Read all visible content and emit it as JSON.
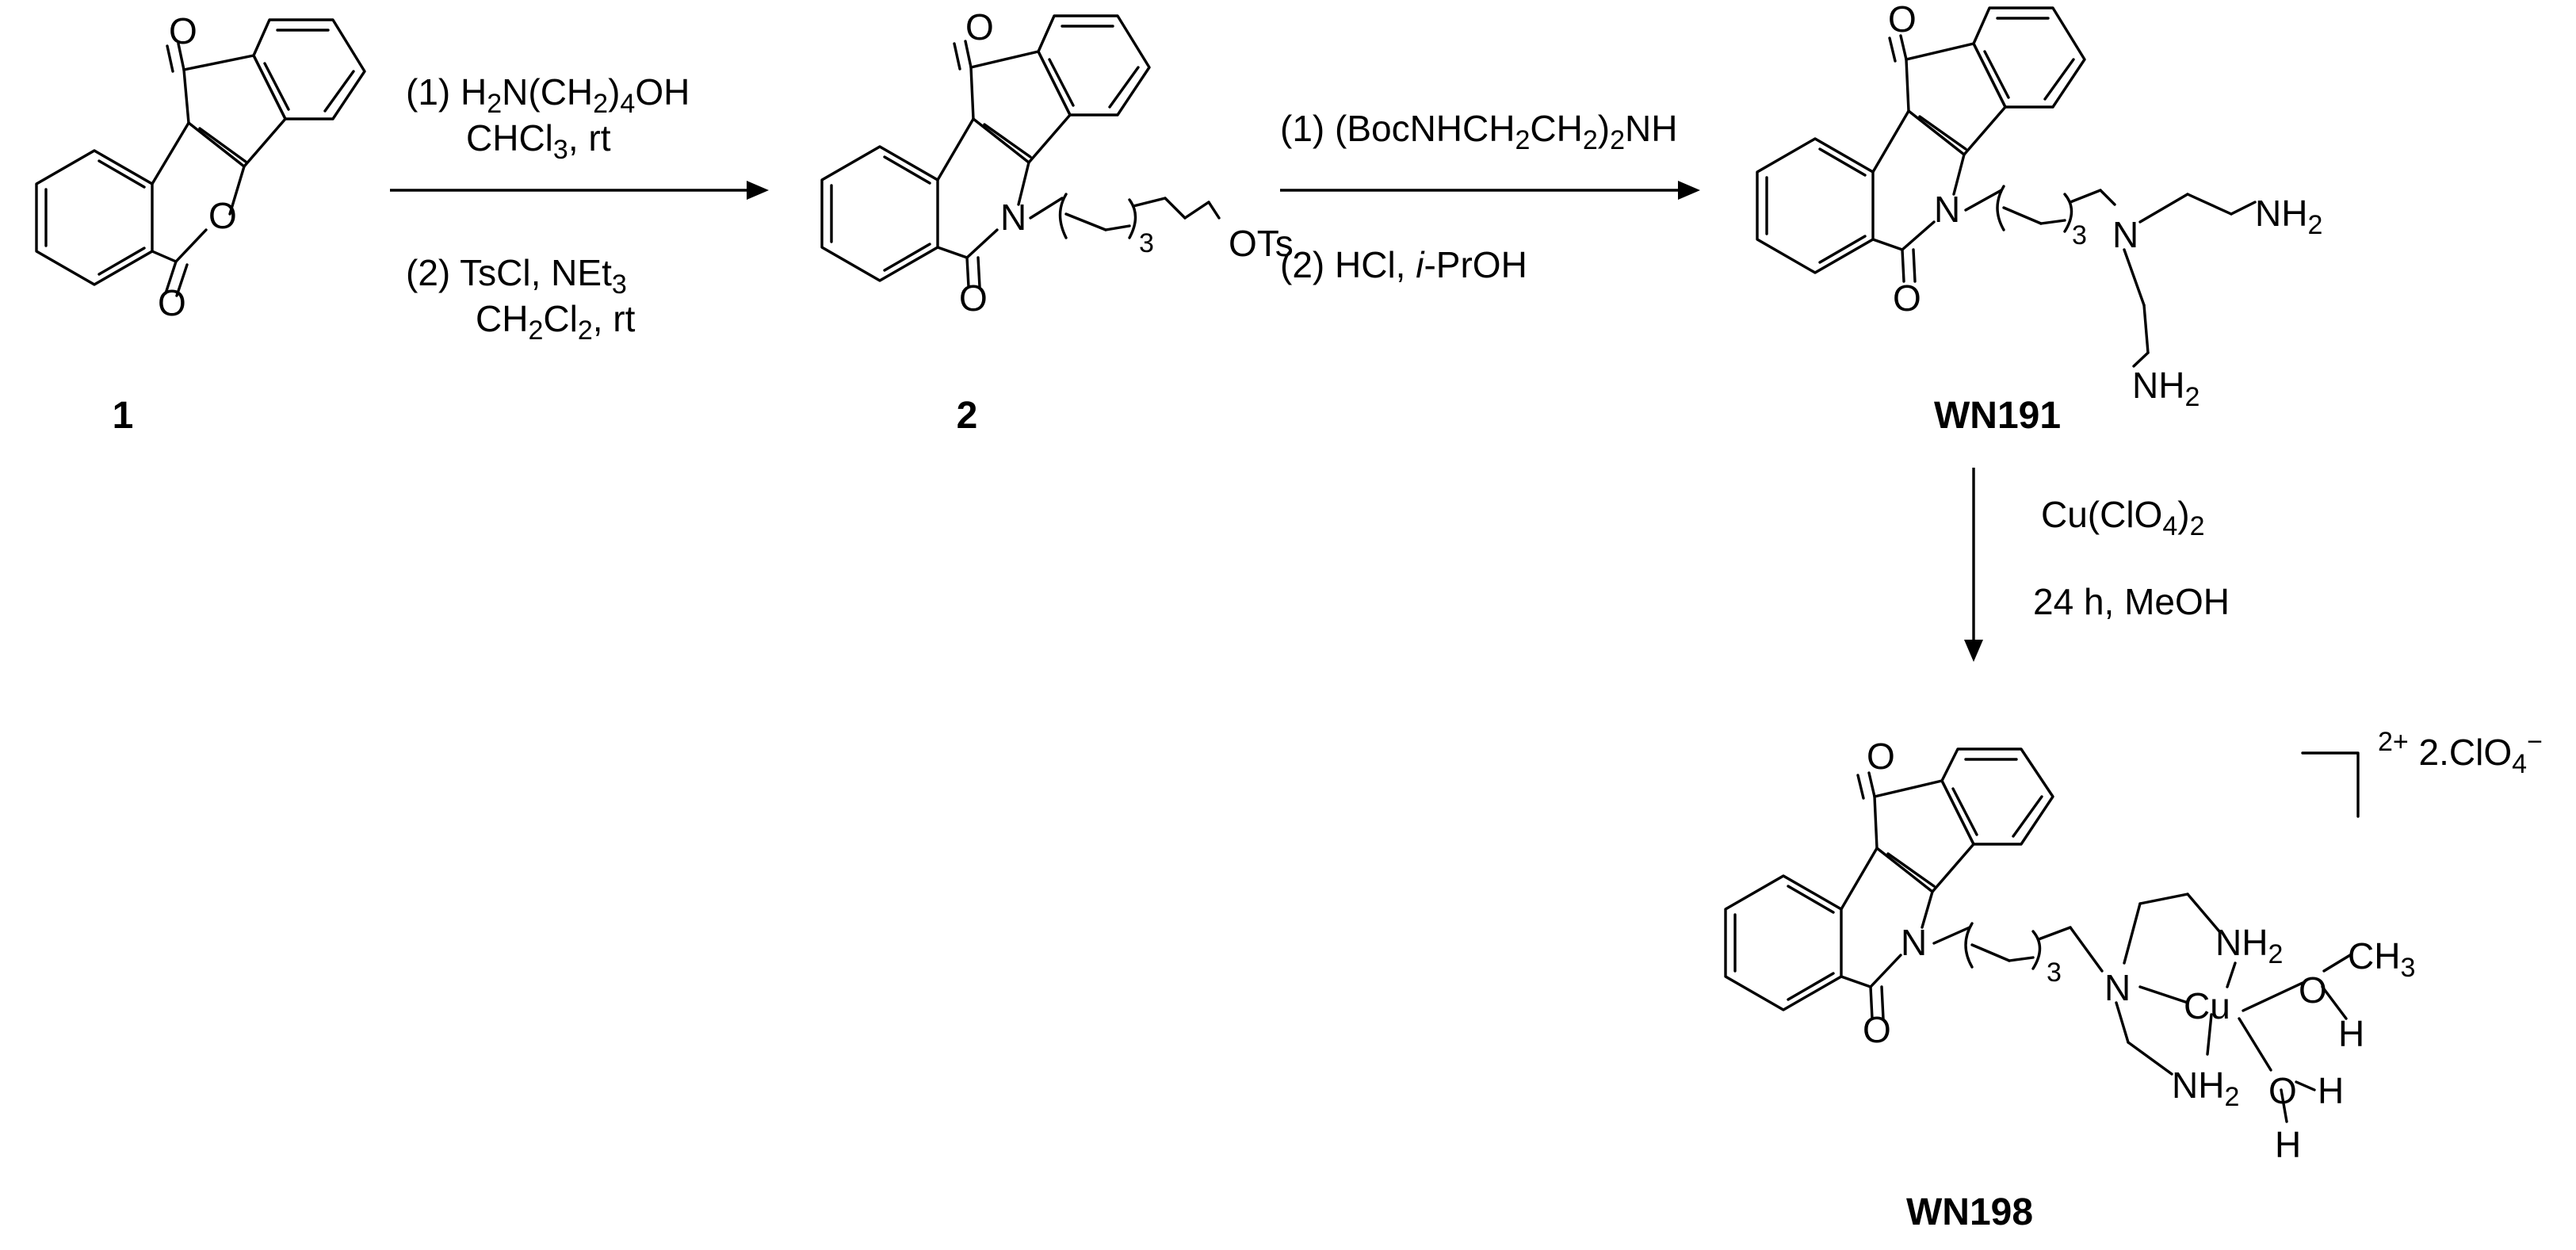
{
  "compounds": {
    "c1": {
      "label": "1"
    },
    "c2": {
      "label": "2"
    },
    "wn191": {
      "label": "WN191"
    },
    "wn198": {
      "label": "WN198"
    }
  },
  "atoms": {
    "O": "O",
    "N": "N",
    "Cu": "Cu",
    "H": "H",
    "OTs": "OTs",
    "NH": "NH",
    "CH": "CH",
    "two": "2",
    "three": "3"
  },
  "step1": {
    "line1_pre": "(1) H",
    "line1_s1": "2",
    "line1_mid": "N(CH",
    "line1_s2": "2",
    "line1_mid2": ")",
    "line1_s3": "4",
    "line1_post": "OH",
    "line2_pre": "CHCl",
    "line2_s": "3",
    "line2_post": ", rt",
    "line3_pre": "(2) TsCl, NEt",
    "line3_s": "3",
    "line4_a": "CH",
    "line4_s1": "2",
    "line4_b": "Cl",
    "line4_s2": "2",
    "line4_c": ", rt"
  },
  "step2": {
    "line1_pre": "(1) (BocNHCH",
    "line1_s1": "2",
    "line1_mid": "CH",
    "line1_s2": "2",
    "line1_mid2": ")",
    "line1_s3": "2",
    "line1_post": "NH",
    "line2_pre": "(2) HCl, ",
    "line2_it": "i",
    "line2_post": "-PrOH"
  },
  "step3": {
    "line1_pre": "Cu(ClO",
    "line1_s1": "4",
    "line1_mid": ")",
    "line1_s2": "2",
    "line2": "24 h, MeOH"
  },
  "charge": {
    "sup": "2+",
    "text": " 2.ClO",
    "sub": "4",
    "minus": "−"
  }
}
